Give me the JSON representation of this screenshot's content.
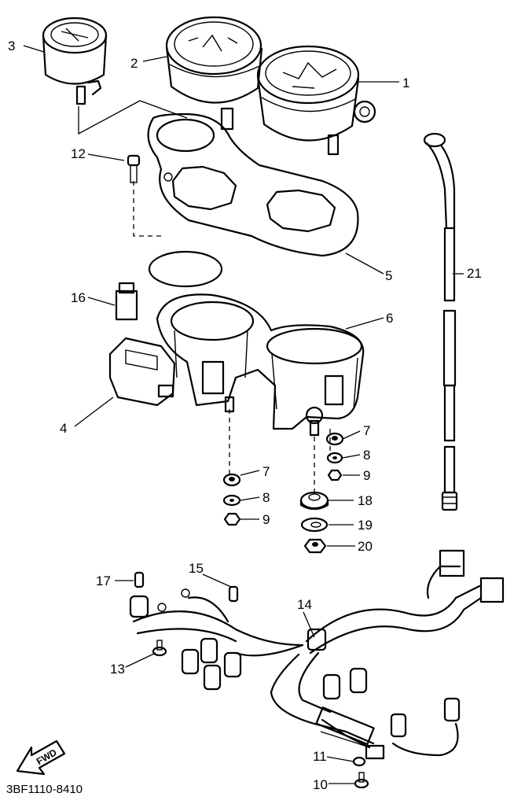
{
  "figure": {
    "drawing_code": "3BF1110-8410",
    "forward_label": "FWD"
  },
  "callouts": {
    "c1": "1",
    "c2": "2",
    "c3": "3",
    "c4": "4",
    "c5": "5",
    "c6": "6",
    "c7a": "7",
    "c7b": "7",
    "c8a": "8",
    "c8b": "8",
    "c9a": "9",
    "c9b": "9",
    "c10": "10",
    "c11": "11",
    "c12": "12",
    "c13": "13",
    "c14": "14",
    "c15": "15",
    "c16": "16",
    "c17": "17",
    "c18": "18",
    "c19": "19",
    "c20": "20",
    "c21": "21"
  }
}
